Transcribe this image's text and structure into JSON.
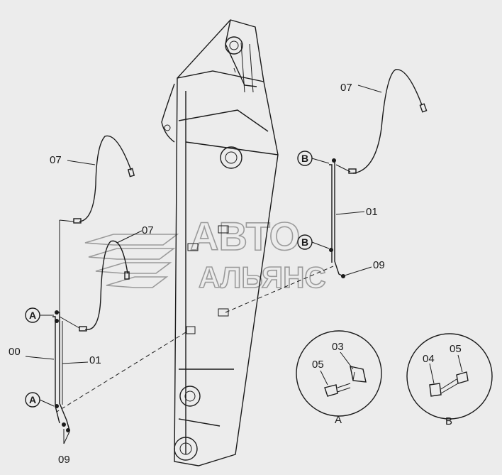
{
  "watermark": {
    "line1": "АВТО",
    "line2": "АЛЬЯНС"
  },
  "labels": {
    "hose_top_right": "07",
    "hose_upper_left": "07",
    "hose_middle_left": "07",
    "bracket_right": "01",
    "clamp_right": "09",
    "bracket_left_label": "00",
    "bracket_left_part": "01",
    "clamp_left": "09",
    "detail_a_bracket": "03",
    "detail_a_bolt": "05",
    "detail_b_clip": "04",
    "detail_b_bolt": "05"
  },
  "callouts": {
    "b_upper": "B",
    "b_lower": "B",
    "a_upper": "A",
    "a_lower": "A"
  },
  "views": {
    "detail_a": "A",
    "detail_b": "B"
  }
}
